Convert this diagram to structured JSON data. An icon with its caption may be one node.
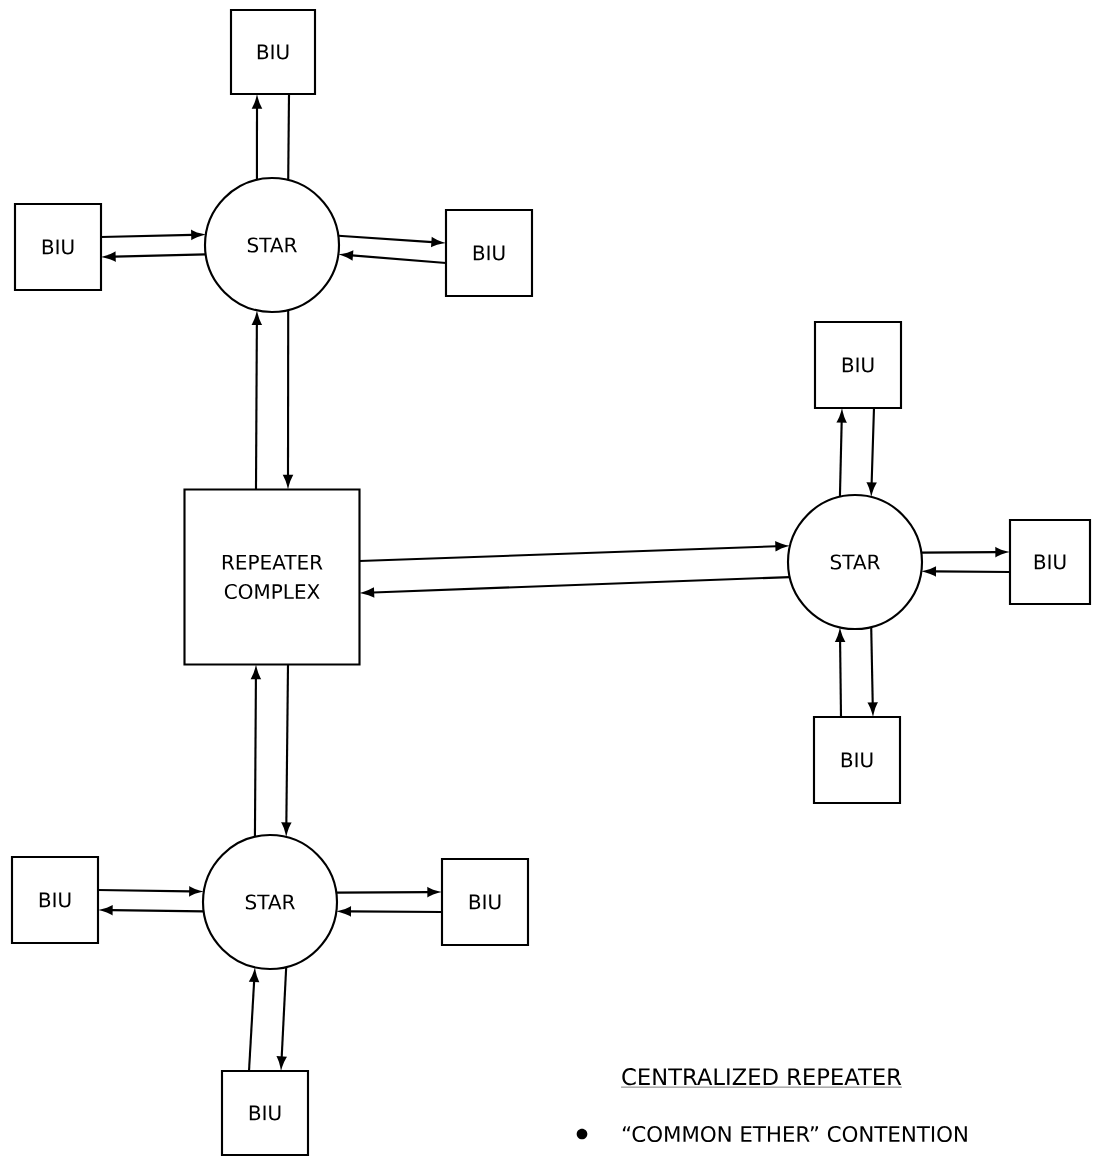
{
  "diagram": {
    "title": "CENTRALIZED REPEATER",
    "nodes": [
      {
        "text": [
          "REPEATER COMPLEX"
        ]
      },
      {
        "text": [
          "STAR"
        ]
      },
      {
        "text": [
          "BIU"
        ]
      },
      {
        "text": [
          "BIU"
        ]
      },
      {
        "text": [
          "BIU"
        ]
      },
      {
        "text": [
          "STAR"
        ]
      },
      {
        "text": [
          "BIU"
        ]
      },
      {
        "text": [
          "BIU"
        ]
      },
      {
        "text": [
          "BIU"
        ]
      },
      {
        "text": [
          "STAR"
        ]
      },
      {
        "text": [
          "BIU"
        ]
      },
      {
        "text": [
          "BIU"
        ]
      },
      {
        "text": [
          "BIU"
        ]
      }
    ],
    "edges": [
      {
        "from": 1,
        "to": 2,
        "arrow": "to"
      },
      {
        "from": 2,
        "to": 1,
        "arrow": "none"
      },
      {
        "from": 3,
        "to": 1,
        "arrow": "to"
      },
      {
        "from": 1,
        "to": 3,
        "arrow": "to"
      },
      {
        "from": 1,
        "to": 4,
        "arrow": "to"
      },
      {
        "from": 4,
        "to": 1,
        "arrow": "to"
      },
      {
        "from": 0,
        "to": 1,
        "arrow": "to"
      },
      {
        "from": 1,
        "to": 0,
        "arrow": "to"
      },
      {
        "from": 0,
        "to": 5,
        "arrow": "to"
      },
      {
        "from": 5,
        "to": 0,
        "arrow": "to"
      },
      {
        "from": 5,
        "to": 6,
        "arrow": "to"
      },
      {
        "from": 6,
        "to": 5,
        "arrow": "to"
      },
      {
        "from": 5,
        "to": 7,
        "arrow": "to"
      },
      {
        "from": 7,
        "to": 5,
        "arrow": "to"
      },
      {
        "from": 8,
        "to": 5,
        "arrow": "to"
      },
      {
        "from": 5,
        "to": 8,
        "arrow": "to"
      },
      {
        "from": 9,
        "to": 0,
        "arrow": "to"
      },
      {
        "from": 0,
        "to": 9,
        "arrow": "to"
      },
      {
        "from": 10,
        "to": 9,
        "arrow": "to"
      },
      {
        "from": 9,
        "to": 10,
        "arrow": "to"
      },
      {
        "from": 9,
        "to": 11,
        "arrow": "to"
      },
      {
        "from": 11,
        "to": 9,
        "arrow": "to"
      },
      {
        "from": 12,
        "to": 9,
        "arrow": "to"
      },
      {
        "from": 9,
        "to": 12,
        "arrow": "to"
      }
    ],
    "labels": [
      "“COMMON ETHER” CONTENTION"
    ]
  }
}
